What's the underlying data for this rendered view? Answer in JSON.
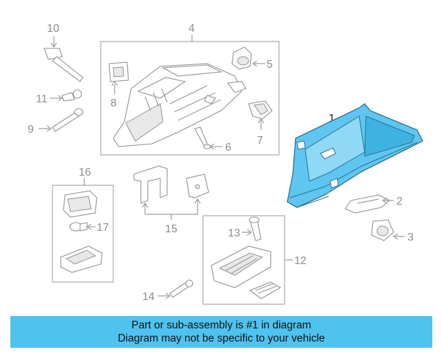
{
  "callouts": {
    "c1": "1",
    "c2": "2",
    "c3": "3",
    "c4": "4",
    "c5": "5",
    "c6": "6",
    "c7": "7",
    "c8": "8",
    "c9": "9",
    "c10": "10",
    "c11": "11",
    "c12": "12",
    "c13": "13",
    "c14": "14",
    "c15": "15",
    "c16": "16",
    "c17": "17"
  },
  "banner": {
    "line1": "Part or sub-assembly is #1 in diagram",
    "line2": "Diagram may not be specific to your vehicle"
  },
  "colors": {
    "highlight": "#4fc3ef",
    "highlight_part": "#5ec6f0",
    "outline": "#8f8f8f"
  }
}
